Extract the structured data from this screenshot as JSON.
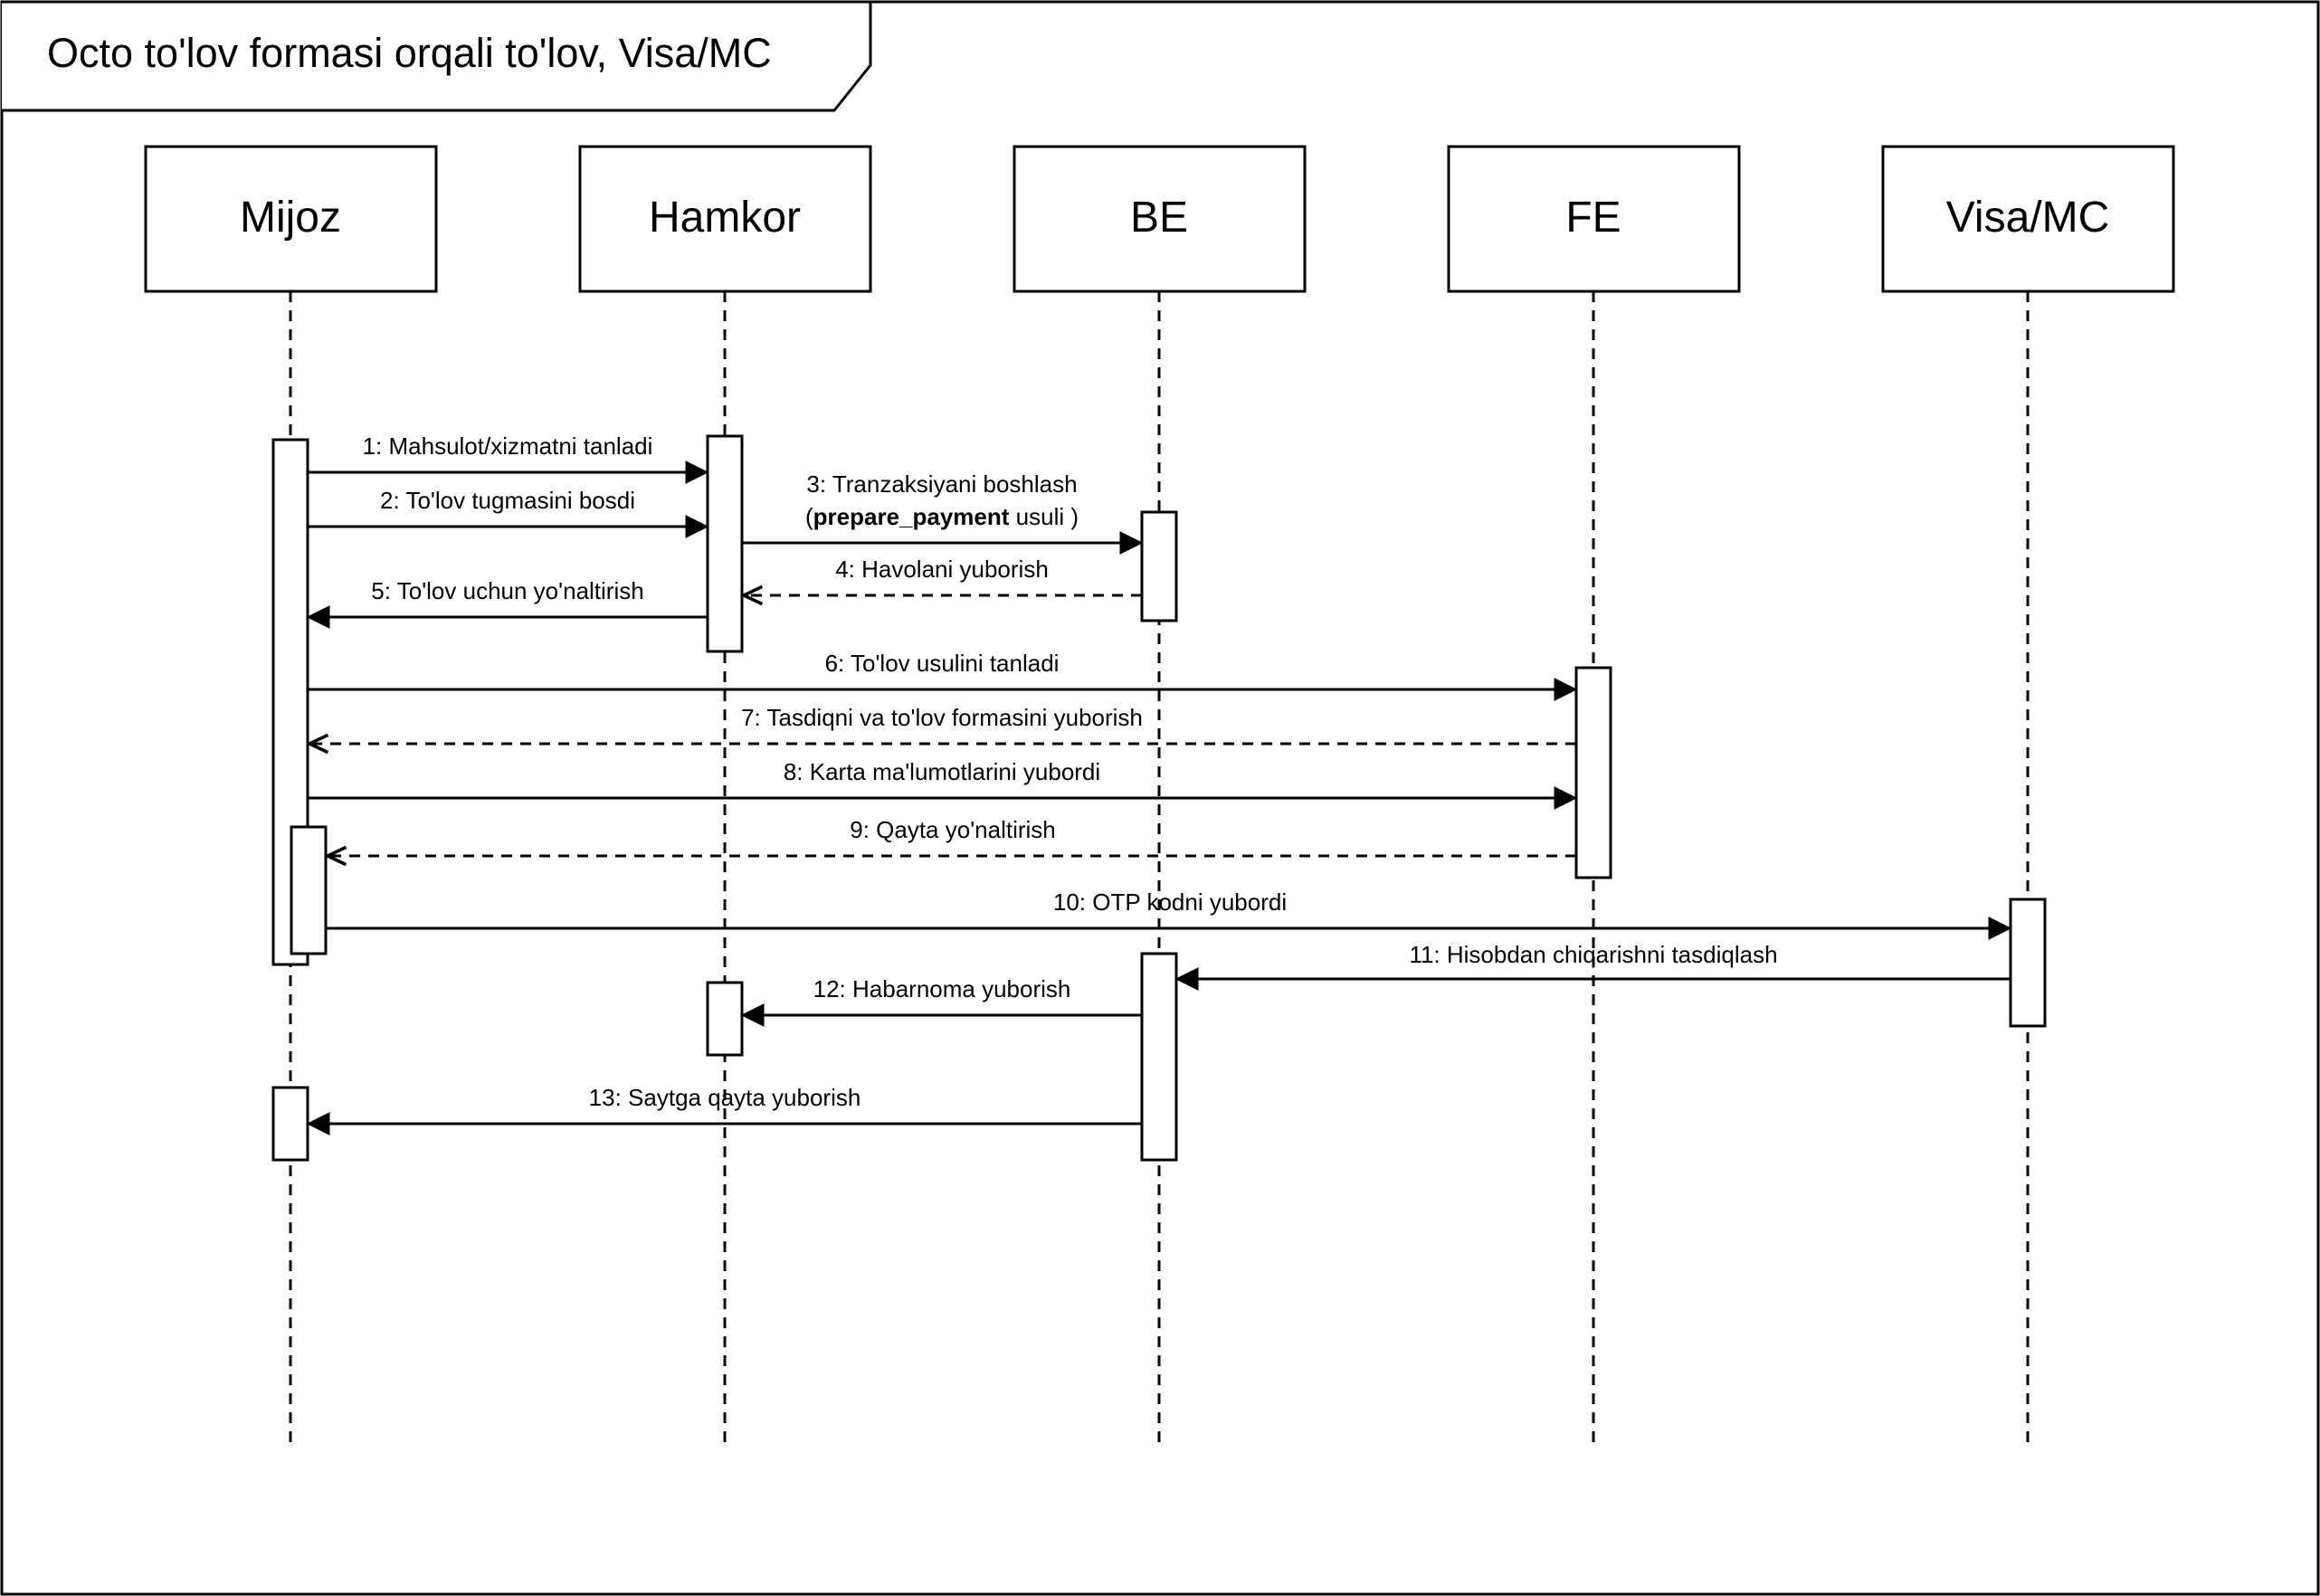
{
  "title": "Octo to'lov formasi orqali to'lov, Visa/MC",
  "participants": [
    {
      "id": "mijoz",
      "label": "Mijoz"
    },
    {
      "id": "hamkor",
      "label": "Hamkor"
    },
    {
      "id": "be",
      "label": "BE"
    },
    {
      "id": "fe",
      "label": "FE"
    },
    {
      "id": "visa",
      "label": "Visa/MC"
    }
  ],
  "messages": [
    {
      "n": 1,
      "label": "1: Mahsulot/xizmatni tanladi",
      "from": "mijoz",
      "to": "hamkor",
      "style": "solid"
    },
    {
      "n": 2,
      "label": "2: To'lov tugmasini bosdi",
      "from": "mijoz",
      "to": "hamkor",
      "style": "solid"
    },
    {
      "n": 3,
      "label": "3: Tranzaksiyani boshlash",
      "label_line2_prefix": "(",
      "label_line2_bold": "prepare_payment",
      "label_line2_suffix": " usuli )",
      "from": "hamkor",
      "to": "be",
      "style": "solid"
    },
    {
      "n": 4,
      "label": "4: Havolani yuborish",
      "from": "be",
      "to": "hamkor",
      "style": "dashed"
    },
    {
      "n": 5,
      "label": "5: To'lov uchun yo'naltirish",
      "from": "hamkor",
      "to": "mijoz",
      "style": "solid"
    },
    {
      "n": 6,
      "label": "6: To'lov usulini tanladi",
      "from": "mijoz",
      "to": "fe",
      "style": "solid"
    },
    {
      "n": 7,
      "label": "7: Tasdiqni va to'lov formasini yuborish",
      "from": "fe",
      "to": "mijoz",
      "style": "dashed"
    },
    {
      "n": 8,
      "label": "8: Karta ma'lumotlarini yubordi",
      "from": "mijoz",
      "to": "fe",
      "style": "solid"
    },
    {
      "n": 9,
      "label": "9: Qayta yo'naltirish",
      "from": "fe",
      "to": "mijoz",
      "style": "dashed"
    },
    {
      "n": 10,
      "label": "10:  OTP kodni yubordi",
      "from": "mijoz",
      "to": "visa",
      "style": "solid"
    },
    {
      "n": 11,
      "label": "11: Hisobdan chiqarishni tasdiqlash",
      "from": "visa",
      "to": "be",
      "style": "solid"
    },
    {
      "n": 12,
      "label": "12: Habarnoma yuborish",
      "from": "be",
      "to": "hamkor",
      "style": "solid"
    },
    {
      "n": 13,
      "label": "13: Saytga qayta yuborish",
      "from": "be",
      "to": "mijoz",
      "style": "solid"
    }
  ]
}
